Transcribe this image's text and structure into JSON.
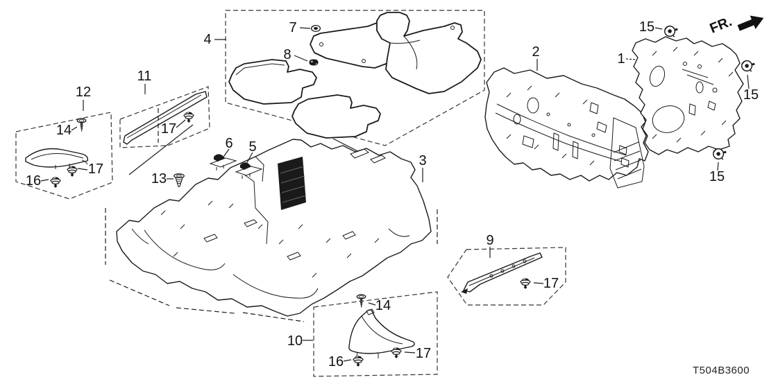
{
  "figure": {
    "code": "T504B3600",
    "direction": {
      "label": "FR."
    }
  },
  "callouts": {
    "c1": {
      "label": "1"
    },
    "c2": {
      "label": "2"
    },
    "c3": {
      "label": "3"
    },
    "c4": {
      "label": "4"
    },
    "c5": {
      "label": "5"
    },
    "c6": {
      "label": "6"
    },
    "c7": {
      "label": "7"
    },
    "c8": {
      "label": "8"
    },
    "c9": {
      "label": "9"
    },
    "c10": {
      "label": "10"
    },
    "c11": {
      "label": "11"
    },
    "c12": {
      "label": "12"
    },
    "c13": {
      "label": "13"
    },
    "c14a": {
      "label": "14"
    },
    "c14b": {
      "label": "14"
    },
    "c15a": {
      "label": "15"
    },
    "c15b": {
      "label": "15"
    },
    "c15c": {
      "label": "15"
    },
    "c16a": {
      "label": "16"
    },
    "c16b": {
      "label": "16"
    },
    "c17a": {
      "label": "17"
    },
    "c17b": {
      "label": "17"
    },
    "c17c": {
      "label": "17"
    },
    "c17d": {
      "label": "17"
    }
  }
}
